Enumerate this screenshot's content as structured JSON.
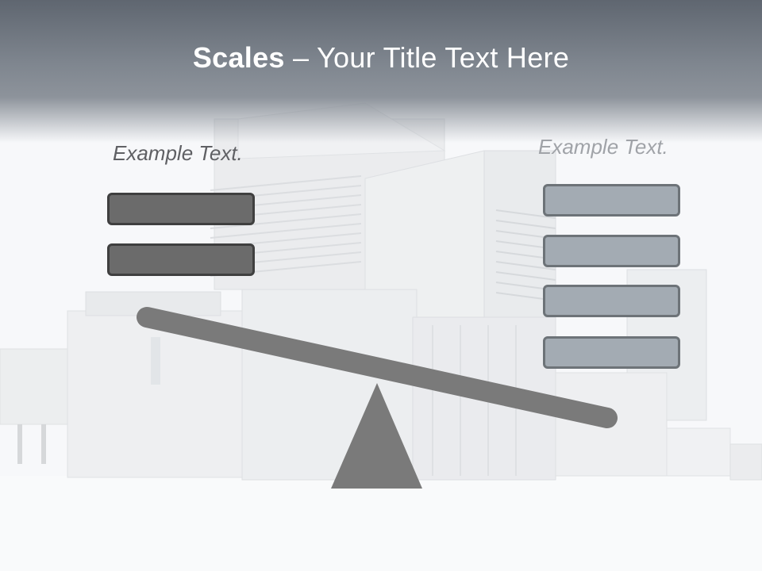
{
  "slide": {
    "title_bold": "Scales",
    "title_rest": " – Your Title Text Here",
    "left_caption": "Example Text.",
    "right_caption": "Example Text.",
    "left_boxes": [
      "",
      ""
    ],
    "right_boxes": [
      "",
      "",
      "",
      ""
    ]
  },
  "colors": {
    "title_bar": "#6b727b",
    "dark_box": "#6b6b6b",
    "light_box": "#a3abb3",
    "scale": "#7a7a7a"
  }
}
